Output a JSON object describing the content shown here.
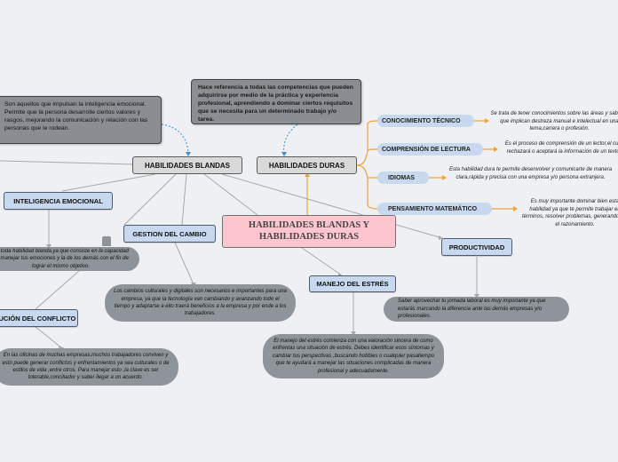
{
  "colors": {
    "background": "#eef0f3",
    "center_node": "#fdc6ce",
    "grey_node": "#d9d9d9",
    "blue_node": "#c7d8ef",
    "dark_box": "#8a8d91",
    "bubble": "#8e9499",
    "orange_link": "#f0a23c",
    "connector": "#a8a8a8",
    "dashed_link": "#3d8fd6"
  },
  "center": {
    "label": "HABILIDADES BLANDAS Y HABILIDADES DURAS"
  },
  "blandas": {
    "label": "HABILIDADES BLANDAS",
    "description": "Son aquellos que impulsan la inteligencia emocional. Permite que la persona desarrolle ciertos valores y rasgos, mejorando la comunicación y relación con las personas que le rodean.",
    "inteligencia_emocional": {
      "label": "INTELIGENCIA EMOCIONAL",
      "text": "Es toda habilidad blanda,ya que consiste en la capacidad de manejar tus emociones y la de los demás con el fin de lograr el mismo objetivo."
    },
    "resolucion_conflicto": {
      "label": "RESOLUCIÓN DEL CONFLICTO",
      "text": "En las oficinas de muchas empresas,muchos trabajadores conviven y esto puede generar conflictos y enfrentamientos ya sea culturales o de estilos de vida ,entre otros. Para manejar esto ,la clave es ser tolerable,conciliador y saber llegar a un acuerdo."
    },
    "gestion_cambio": {
      "label": "GESTION DEL CAMBIO",
      "text": "Los cambios culturales y digitales son necesarios e importantes para una empresa, ya que la tecnología van cambiando y avanzando todo el tiempo y  adaptarse a ello traerá beneficios a la empresa y por ende a  los trabajadores."
    },
    "manejo_estres": {
      "label": "MANEJO DEL ESTRÉS",
      "text": "El manejo del estrés comienza con una valoración sincera de como enfrentas una situación de estrés. Debes identificar esos síntomas y cambiar tus perspectivas ,buscando hobbies o cualquier pasatiempo que te ayudará a manejar las situaciones complicadas de manera profesional y adecuadamente."
    },
    "productividad": {
      "label": "PRODUCTIVIDAD",
      "text": "Saber aprovechar tu jornada laboral es muy importante ya que estarás marcando la diferencia ante las demás empresas y/o profesionales."
    }
  },
  "duras": {
    "label": "HABILIDADES DURAS",
    "description": "Hace referencia a todas las competencias que pueden adquirirse por medio de la práctica y experiencia profesional, aprendiendo a dominar ciertos requisitos que se necesita para un determinado trabajo y/o tarea.",
    "items": [
      {
        "label": "CONOCIMIENTO TÉCNICO",
        "text": "Se trata de tener conocimientos sobre las áreas y saberes que implican destreza manual e intelectual en una tema,carrera o profesión."
      },
      {
        "label": "COMPRENSIÓN DE LECTURA",
        "text": "Es el proceso de comprensión de un lector,el cual rechazará o aceptará la información de un texto."
      },
      {
        "label": "IDIOMAS",
        "text": "Esta habilidad dura te permite desenvolver y comunicarte de manera clara,rápida y precisa con una empresa y/o persona extranjera."
      },
      {
        "label": "PENSAMIENTO MATEMÁTICO",
        "text": "Es muy importante dominar bien esta habilidad ya que te permite trabajar en términos, resolver problemas, generando así el razonamiento."
      }
    ]
  }
}
